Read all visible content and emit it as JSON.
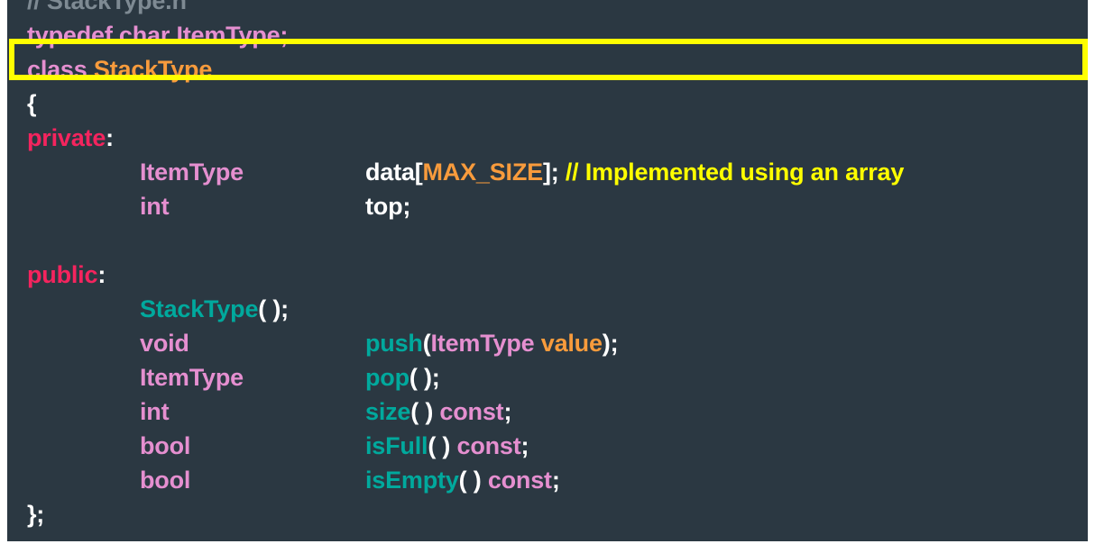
{
  "slide": {
    "background_color": "#ffffff",
    "code_panel_color": "#2b3842",
    "highlight_color": "#ffff00"
  },
  "palette": {
    "comment_dim": "#7e8a93",
    "comment": "#ffff00",
    "keyword": "#e58fd0",
    "access_specifier": "#f4245e",
    "type": "#e58fd0",
    "class_name": "#f89b3c",
    "constant": "#f89b3c",
    "function": "#00a99d",
    "plain": "#ffffff",
    "parameter": "#f89b3c"
  },
  "code": {
    "language": "C++",
    "file_comment": "// StackType.h",
    "lines": [
      {
        "id": "line-file-comment",
        "kind": "simple",
        "tokens": [
          {
            "text": "// StackType.h",
            "cls": "t-comment-dim"
          }
        ]
      },
      {
        "id": "line-typedef",
        "kind": "simple",
        "highlighted": true,
        "tokens": [
          {
            "text": "typedef char ItemType;",
            "cls": "t-keyword"
          }
        ]
      },
      {
        "id": "line-class-decl",
        "kind": "simple",
        "tokens": [
          {
            "text": "class ",
            "cls": "t-keyword"
          },
          {
            "text": "StackType",
            "cls": "t-classname"
          }
        ]
      },
      {
        "id": "line-open-brace",
        "kind": "simple",
        "tokens": [
          {
            "text": "{",
            "cls": "t-plain"
          }
        ]
      },
      {
        "id": "line-private",
        "kind": "simple",
        "tokens": [
          {
            "text": "private",
            "cls": "t-access"
          },
          {
            "text": ":",
            "cls": "t-plain"
          }
        ]
      },
      {
        "id": "line-member-data",
        "kind": "row",
        "type_tokens": [
          {
            "text": "ItemType",
            "cls": "t-type"
          }
        ],
        "name_tokens": [
          {
            "text": "data",
            "cls": "t-var"
          },
          {
            "text": "[",
            "cls": "t-plain"
          },
          {
            "text": "MAX_SIZE",
            "cls": "t-const"
          },
          {
            "text": "]; ",
            "cls": "t-plain"
          },
          {
            "text": "// Implemented using an array",
            "cls": "t-comment"
          }
        ]
      },
      {
        "id": "line-member-top",
        "kind": "row",
        "type_tokens": [
          {
            "text": "int",
            "cls": "t-type"
          }
        ],
        "name_tokens": [
          {
            "text": "top;",
            "cls": "t-var"
          }
        ]
      },
      {
        "id": "line-blank-1",
        "kind": "blank",
        "tokens": []
      },
      {
        "id": "line-public",
        "kind": "simple",
        "tokens": [
          {
            "text": "public",
            "cls": "t-access"
          },
          {
            "text": ":",
            "cls": "t-plain"
          }
        ]
      },
      {
        "id": "line-ctor",
        "kind": "row",
        "type_tokens": [
          {
            "text": "StackType",
            "cls": "t-func"
          },
          {
            "text": "( );",
            "cls": "t-plain"
          }
        ],
        "name_tokens": []
      },
      {
        "id": "line-method-push",
        "kind": "row",
        "type_tokens": [
          {
            "text": "void",
            "cls": "t-type"
          }
        ],
        "name_tokens": [
          {
            "text": "push",
            "cls": "t-func"
          },
          {
            "text": "(",
            "cls": "t-plain"
          },
          {
            "text": "ItemType",
            "cls": "t-type"
          },
          {
            "text": " ",
            "cls": "t-plain"
          },
          {
            "text": "value",
            "cls": "t-param"
          },
          {
            "text": ");",
            "cls": "t-plain"
          }
        ]
      },
      {
        "id": "line-method-pop",
        "kind": "row",
        "type_tokens": [
          {
            "text": "ItemType",
            "cls": "t-type"
          }
        ],
        "name_tokens": [
          {
            "text": "pop",
            "cls": "t-func"
          },
          {
            "text": "( );",
            "cls": "t-plain"
          }
        ]
      },
      {
        "id": "line-method-size",
        "kind": "row",
        "type_tokens": [
          {
            "text": "int",
            "cls": "t-type"
          }
        ],
        "name_tokens": [
          {
            "text": "size",
            "cls": "t-func"
          },
          {
            "text": "( ) ",
            "cls": "t-plain"
          },
          {
            "text": "const",
            "cls": "t-keyword"
          },
          {
            "text": ";",
            "cls": "t-plain"
          }
        ]
      },
      {
        "id": "line-method-isfull",
        "kind": "row",
        "type_tokens": [
          {
            "text": "bool",
            "cls": "t-type"
          }
        ],
        "name_tokens": [
          {
            "text": "isFull",
            "cls": "t-func"
          },
          {
            "text": "( ) ",
            "cls": "t-plain"
          },
          {
            "text": "const",
            "cls": "t-keyword"
          },
          {
            "text": ";",
            "cls": "t-plain"
          }
        ]
      },
      {
        "id": "line-method-isempty",
        "kind": "row",
        "type_tokens": [
          {
            "text": "bool",
            "cls": "t-type"
          }
        ],
        "name_tokens": [
          {
            "text": "isEmpty",
            "cls": "t-func"
          },
          {
            "text": "( ) ",
            "cls": "t-plain"
          },
          {
            "text": "const",
            "cls": "t-keyword"
          },
          {
            "text": ";",
            "cls": "t-plain"
          }
        ]
      },
      {
        "id": "line-close-brace",
        "kind": "simple",
        "tokens": [
          {
            "text": "};",
            "cls": "t-plain"
          }
        ]
      }
    ]
  },
  "annotation": {
    "highlight_target_line": "line-typedef",
    "highlight_border_color": "#ffff00"
  }
}
